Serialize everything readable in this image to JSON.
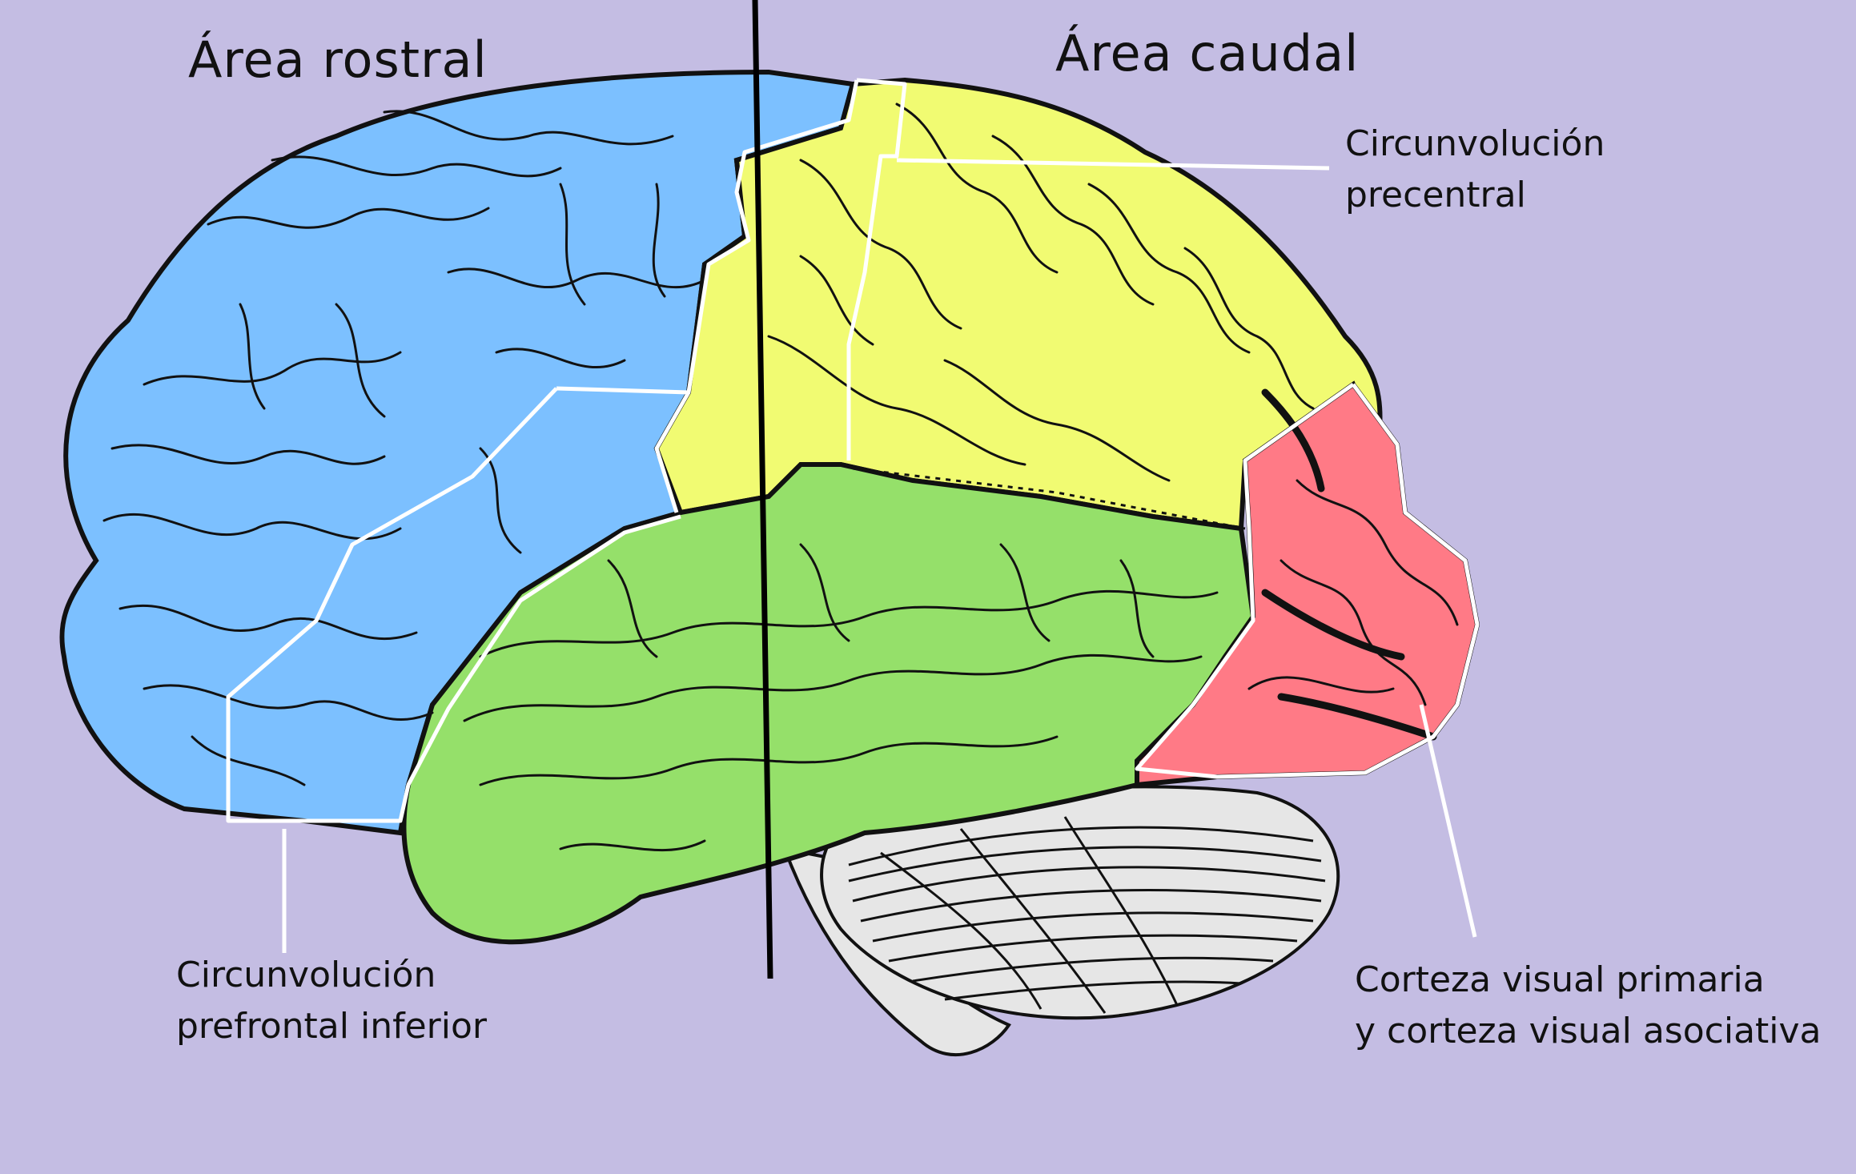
{
  "labels": {
    "rostral": "Área rostral",
    "caudal": "Área caudal",
    "precentral_line1": "Circunvolución",
    "precentral_line2": "precentral",
    "inferior_line1": "Circunvolución",
    "inferior_line2": "prefrontal inferior",
    "visual_line1": "Corteza visual primaria",
    "visual_line2": "y corteza visual asociativa"
  },
  "colors": {
    "background": "#c4bde3",
    "frontal_region": "#7cc0ff",
    "motor_parietal_region": "#f1fb72",
    "temporal_region": "#95e06a",
    "occipital_region": "#ff7a86",
    "cerebellum": "#e6e6e6",
    "boundary_lines": "#ffffff",
    "divider": "#000000"
  }
}
